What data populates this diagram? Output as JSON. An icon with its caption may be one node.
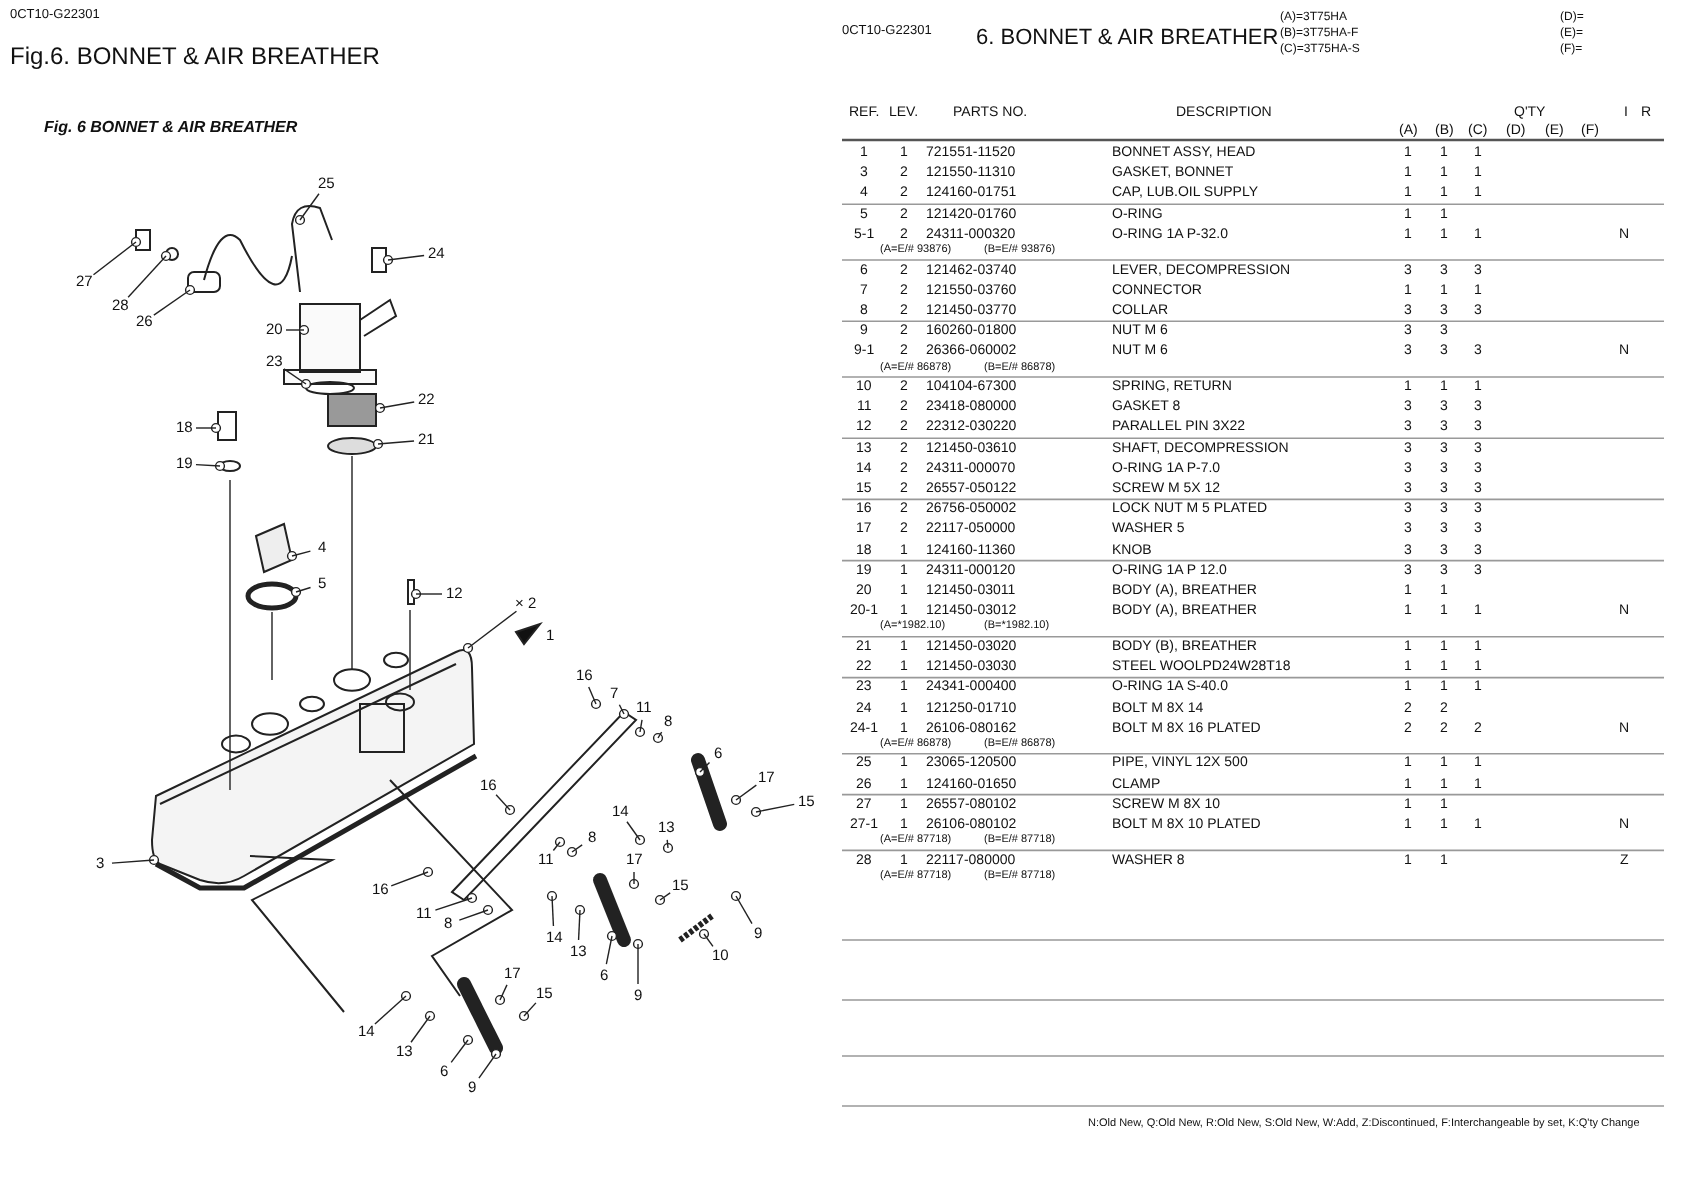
{
  "diagram": {
    "title": "Fig.6. BONNET & AIR BREATHER",
    "labels": [
      "0CT10-G22301",
      "Fig. 6 BONNET & AIR BREATHER",
      "25",
      "24",
      "27",
      "28",
      "26",
      "20",
      "23",
      "22",
      "18",
      "21",
      "19",
      "4",
      "5",
      "12",
      "× 2",
      "1",
      "16",
      "7",
      "11",
      "8",
      "6",
      "16",
      "17",
      "15",
      "14",
      "13",
      "8",
      "3",
      "11",
      "17",
      "16",
      "15",
      "11",
      "8",
      "14",
      "9",
      "13",
      "10",
      "17",
      "6",
      "15",
      "9",
      "14",
      "13",
      "6",
      "9",
      "0CT10-G22301",
      "6. BONNET & AIR BREATHER",
      "(A)=3T75HA",
      "(D)=",
      "(B)=3T75HA-F",
      "(E)=",
      "(C)=3T75HA-S",
      "(F)=",
      "REF.",
      "LEV.",
      "PARTS NO.",
      "DESCRIPTION",
      "Q'TY",
      "I",
      "R",
      "(A)",
      "(B)",
      "(C)",
      "(D)",
      "(E)",
      "(F)",
      "1",
      "1",
      "721551-11520",
      "BONNET ASSY, HEAD",
      "1",
      "1",
      "1",
      "3",
      "2",
      "121550-11310",
      "GASKET, BONNET",
      "1",
      "1",
      "1",
      "4",
      "2",
      "124160-01751",
      "CAP, LUB.OIL SUPPLY",
      "1",
      "1",
      "1",
      "5",
      "2",
      "121420-01760",
      "O-RING",
      "1",
      "1",
      "5-1",
      "2",
      "24311-000320",
      "O-RING 1A P-32.0",
      "1",
      "1",
      "1",
      "N",
      "(A=E/# 93876)",
      "(B=E/# 93876)",
      "6",
      "2",
      "121462-03740",
      "LEVER, DECOMPRESSION",
      "3",
      "3",
      "3",
      "7",
      "2",
      "121550-03760",
      "CONNECTOR",
      "1",
      "1",
      "1",
      "8",
      "2",
      "121450-03770",
      "COLLAR",
      "3",
      "3",
      "3",
      "9",
      "2",
      "160260-01800",
      "NUT M 6",
      "3",
      "3",
      "9-1",
      "2",
      "26366-060002",
      "NUT M 6",
      "3",
      "3",
      "3",
      "N",
      "(A=E/# 86878)",
      "(B=E/# 86878)",
      "10",
      "2",
      "104104-67300",
      "SPRING, RETURN",
      "1",
      "1",
      "1",
      "11",
      "2",
      "23418-080000",
      "GASKET 8",
      "3",
      "3",
      "3",
      "12",
      "2",
      "22312-030220",
      "PARALLEL PIN 3X22",
      "3",
      "3",
      "3",
      "13",
      "2",
      "121450-03610",
      "SHAFT, DECOMPRESSION",
      "3",
      "3",
      "3",
      "14",
      "2",
      "24311-000070",
      "O-RING 1A P-7.0",
      "3",
      "3",
      "3",
      "15",
      "2",
      "26557-050122",
      "SCREW M 5X 12",
      "3",
      "3",
      "3",
      "16",
      "2",
      "26756-050002",
      "LOCK NUT M 5 PLATED",
      "3",
      "3",
      "3",
      "17",
      "2",
      "22117-050000",
      "WASHER 5",
      "3",
      "3",
      "3",
      "18",
      "1",
      "124160-11360",
      "KNOB",
      "3",
      "3",
      "3",
      "19",
      "1",
      "24311-000120",
      "O-RING 1A P 12.0",
      "3",
      "3",
      "3",
      "20",
      "1",
      "121450-03011",
      "BODY (A), BREATHER",
      "1",
      "1",
      "20-1",
      "1",
      "121450-03012",
      "BODY (A), BREATHER",
      "1",
      "1",
      "1",
      "N",
      "(A=*1982.10)",
      "(B=*1982.10)",
      "21",
      "1",
      "121450-03020",
      "BODY (B), BREATHER",
      "1",
      "1",
      "1",
      "22",
      "1",
      "121450-03030",
      "STEEL WOOLPD24W28T18",
      "1",
      "1",
      "1",
      "23",
      "1",
      "24341-000400",
      "O-RING 1A S-40.0",
      "1",
      "1",
      "1",
      "24",
      "1",
      "121250-01710",
      "BOLT M 8X 14",
      "2",
      "2",
      "24-1",
      "1",
      "26106-080162",
      "BOLT M 8X 16 PLATED",
      "2",
      "2",
      "2",
      "N",
      "(A=E/# 86878)",
      "(B=E/# 86878)",
      "25",
      "1",
      "23065-120500",
      "PIPE, VINYL 12X 500",
      "1",
      "1",
      "1",
      "26",
      "1",
      "124160-01650",
      "CLAMP",
      "1",
      "1",
      "1",
      "27",
      "1",
      "26557-080102",
      "SCREW M 8X 10",
      "1",
      "1",
      "27-1",
      "1",
      "26106-080102",
      "BOLT M 8X 10 PLATED",
      "1",
      "1",
      "1",
      "N",
      "(A=E/# 87718)",
      "(B=E/# 87718)",
      "28",
      "1",
      "22117-080000",
      "WASHER 8",
      "1",
      "1",
      "Z",
      "(A=E/# 87718)",
      "(B=E/# 87718)",
      "N:Old New, Q:Old New, R:Old New, S:Old New, W:Add, Z:Discontinued, F:Interchangeable by set, K:Q'ty Change"
    ]
  }
}
